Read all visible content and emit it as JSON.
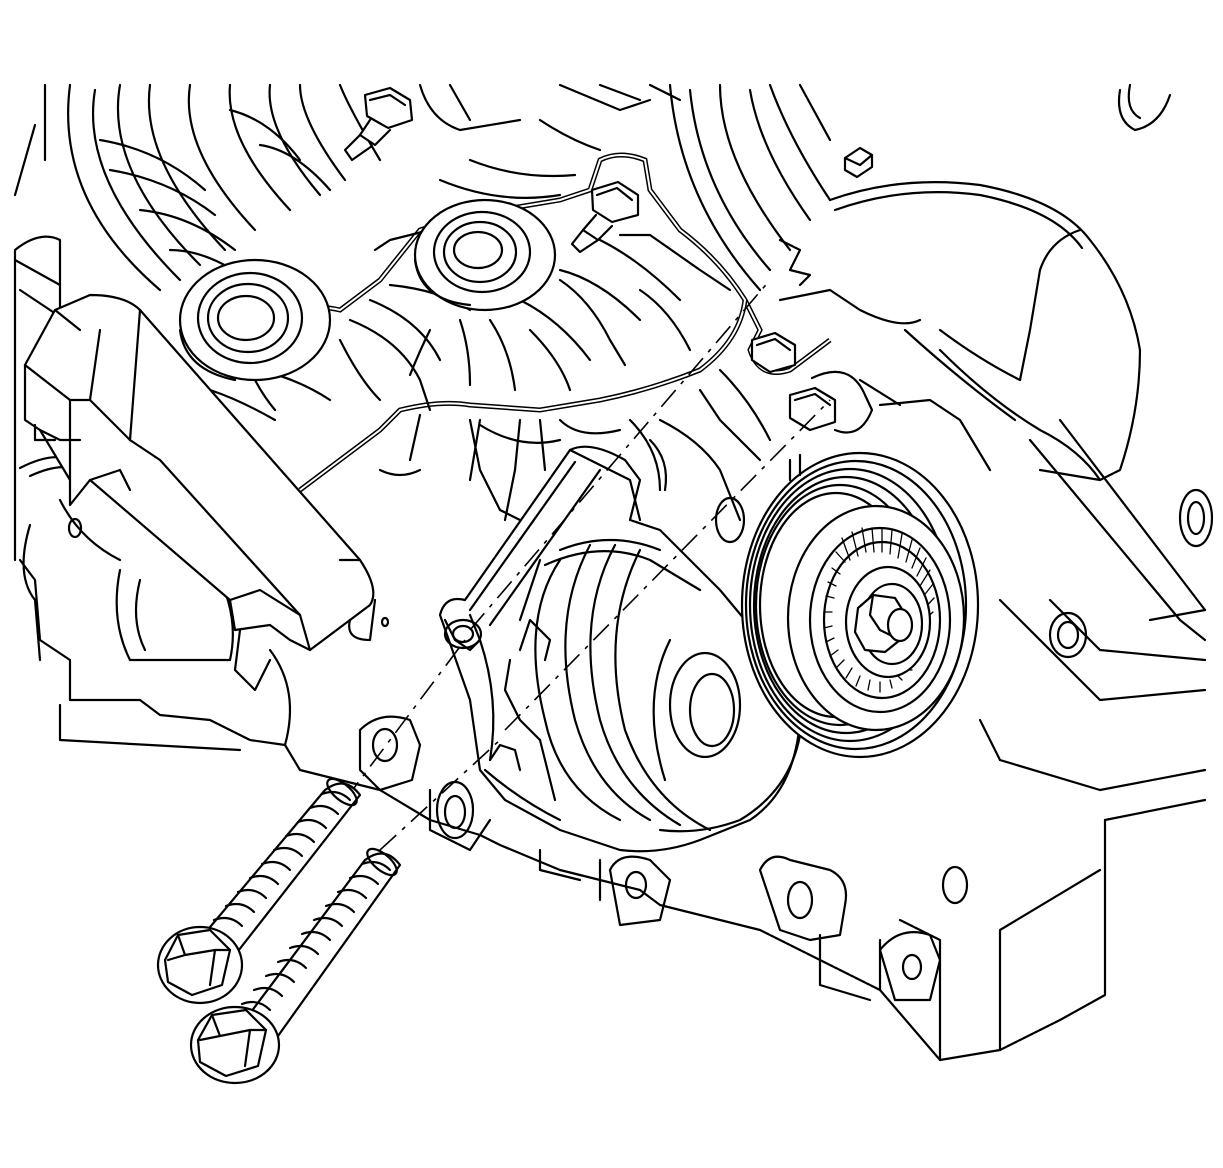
{
  "illustration": {
    "background": "#ffffff",
    "line_color": "#000000",
    "parts": [
      {
        "name": "engine-block",
        "icon": "engine-block-icon"
      },
      {
        "name": "intake-manifold-runners",
        "icon": "manifold-icon"
      },
      {
        "name": "accessory-bracket",
        "icon": "bracket-icon"
      },
      {
        "name": "drive-belt-tensioner",
        "icon": "tensioner-icon"
      },
      {
        "name": "tensioner-pulley",
        "icon": "pulley-icon"
      },
      {
        "name": "tensioner-bolt-upper",
        "icon": "bolt-icon"
      },
      {
        "name": "tensioner-bolt-lower",
        "icon": "bolt-icon"
      },
      {
        "name": "alignment-centerlines",
        "icon": "dashed-line-icon"
      }
    ]
  }
}
